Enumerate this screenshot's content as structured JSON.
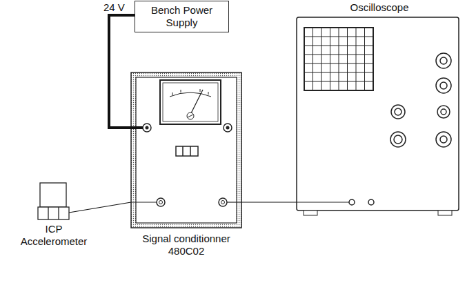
{
  "diagram": {
    "nodes": [
      {
        "text": [
          "Bench Power Supply"
        ]
      },
      {
        "text": [
          "Signal conditionner 480C02"
        ]
      },
      {
        "text": [
          "Oscilloscope"
        ]
      },
      {
        "text": [
          "ICP Accelerometer"
        ]
      }
    ],
    "edges": [
      {
        "from": 0,
        "to": 1,
        "arrow": "none",
        "label": "24 V"
      },
      {
        "from": 3,
        "to": 1,
        "arrow": "none"
      },
      {
        "from": 1,
        "to": 2,
        "arrow": "none"
      }
    ]
  }
}
